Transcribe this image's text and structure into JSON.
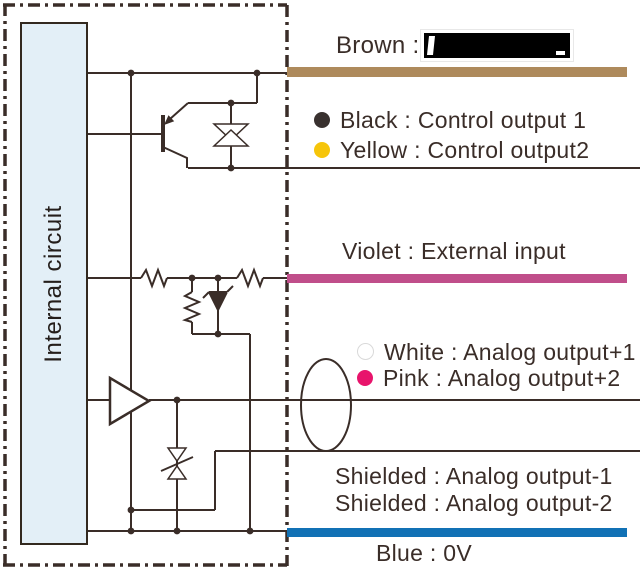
{
  "diagram": {
    "internal_circuit": {
      "label": "Internal circuit"
    },
    "wires": {
      "brown": {
        "label": "Brown :",
        "value_redacted": true
      },
      "black": {
        "label": "Black : Control output 1"
      },
      "yellow": {
        "label": "Yellow : Control output2"
      },
      "violet": {
        "label": "Violet : External input"
      },
      "white": {
        "label": "White : Analog output+1"
      },
      "pink": {
        "label": "Pink : Analog output+2"
      },
      "shielded_1": {
        "label": "Shielded : Analog output-1"
      },
      "shielded_2": {
        "label": "Shielded : Analog output-2"
      },
      "blue": {
        "label": "Blue : 0V"
      }
    },
    "colors": {
      "ink": "#3a2d28",
      "brown_bar": "#ae8a5c",
      "violet_bar": "#c04e8a",
      "blue_bar": "#1171b5",
      "yellow_bullet": "#f6c50a",
      "pink_bullet": "#e8146c",
      "black_bullet": "#39312f",
      "white_bullet": "#ffffff",
      "box_fill": "#e3eff7",
      "background": "#ffffff"
    }
  }
}
